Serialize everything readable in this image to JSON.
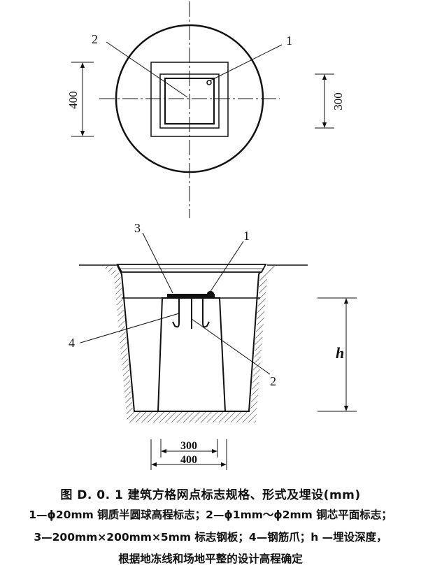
{
  "plan_view": {
    "label_1": "1",
    "label_2": "2",
    "dim_left": "400",
    "dim_right": "300"
  },
  "section_view": {
    "label_1": "1",
    "label_2": "2",
    "label_3": "3",
    "label_4": "4",
    "depth_symbol": "h",
    "dim_top": "300",
    "dim_bottom": "400"
  },
  "caption": {
    "title": "图 D. 0. 1   建筑方格网点标志规格、形式及埋设(mm)",
    "line1": "1—ϕ20mm 铜质半圆球高程标志；2—ϕ1mm～ϕ2mm 铜芯平面标志；",
    "line2": "3—200mm×200mm×5mm 标志钢板；4—钢筋爪；h —埋设深度，",
    "line3": "根据地冻线和场地平整的设计高程确定"
  }
}
